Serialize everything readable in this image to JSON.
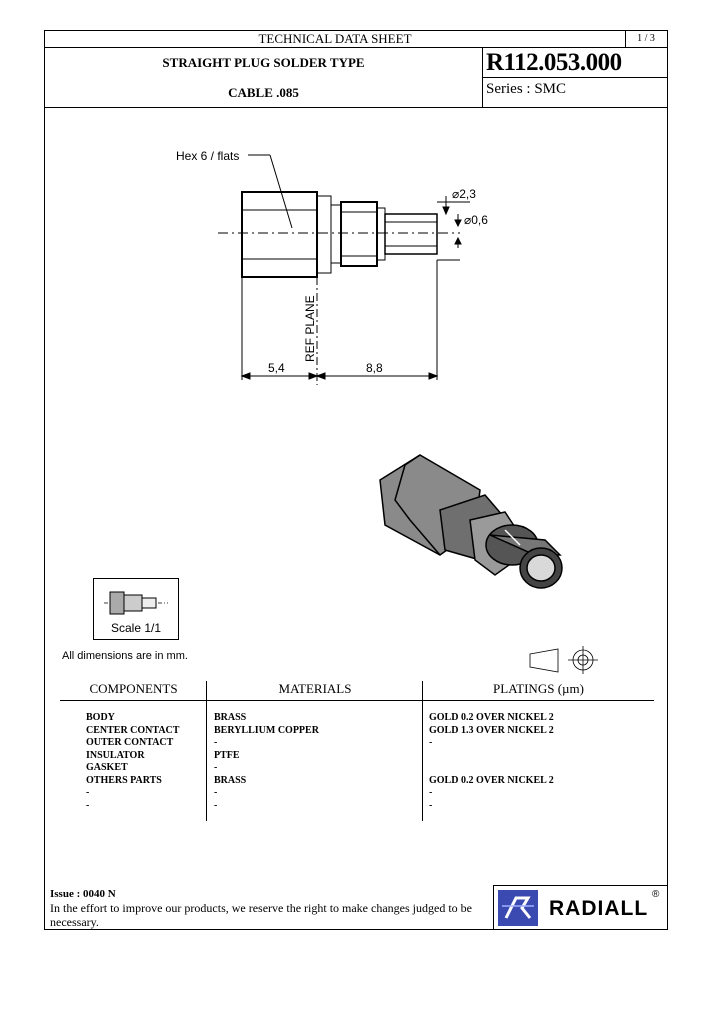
{
  "header": {
    "title": "TECHNICAL DATA SHEET",
    "page": "1 / 3",
    "line1": "STRAIGHT PLUG SOLDER TYPE",
    "line2": "CABLE .085",
    "part_number": "R112.053.000",
    "series": "Series : SMC"
  },
  "drawing": {
    "hex_label": "Hex 6 / flats",
    "dia_outer": "2,3",
    "dia_inner": "0,6",
    "ref_plane": "REF PLANE",
    "dim_left": "5,4",
    "dim_right": "8,8",
    "scale": "Scale 1/1",
    "units_note": "All dimensions are in mm."
  },
  "table": {
    "headers": {
      "components": "COMPONENTS",
      "materials": "MATERIALS",
      "platings": "PLATINGS (µm)"
    },
    "rows": [
      {
        "component": "BODY",
        "material": "BRASS",
        "plating": "GOLD 0.2 OVER NICKEL 2"
      },
      {
        "component": "CENTER CONTACT",
        "material": "BERYLLIUM COPPER",
        "plating": "GOLD 1.3 OVER NICKEL 2"
      },
      {
        "component": "OUTER CONTACT",
        "material": "-",
        "plating": "-"
      },
      {
        "component": "INSULATOR",
        "material": "PTFE",
        "plating": ""
      },
      {
        "component": "GASKET",
        "material": "-",
        "plating": ""
      },
      {
        "component": "OTHERS PARTS",
        "material": "BRASS",
        "plating": "GOLD 0.2 OVER NICKEL 2"
      },
      {
        "component": "-",
        "material": "-",
        "plating": "-"
      },
      {
        "component": "-",
        "material": "-",
        "plating": "-"
      }
    ]
  },
  "footer": {
    "issue": "Issue : 0040 N",
    "note": "In the effort to improve our products, we reserve the right to make changes judged to be necessary.",
    "brand": "RADIALL",
    "registered": "®"
  },
  "colors": {
    "logo_blue": "#3b4ab0",
    "line": "#000000"
  }
}
